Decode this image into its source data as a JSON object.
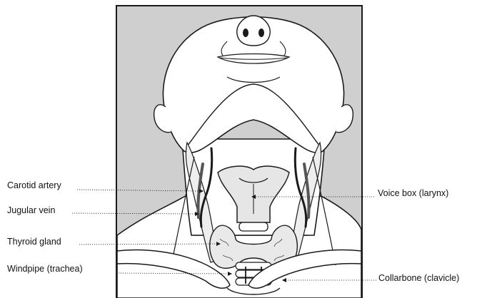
{
  "labels": {
    "carotid_artery": "Carotid artery",
    "jugular_vein": "Jugular vein",
    "thyroid_gland": "Thyroid gland",
    "windpipe": "Windpipe (trachea)",
    "voice_box": "Voice box (larynx)",
    "collarbone": "Collarbone (clavicle)"
  },
  "colors": {
    "background_panel": "#cfcfcf",
    "outline": "#1a1a1a",
    "skin": "#ffffff",
    "organ_fill": "#e6e6e6"
  }
}
